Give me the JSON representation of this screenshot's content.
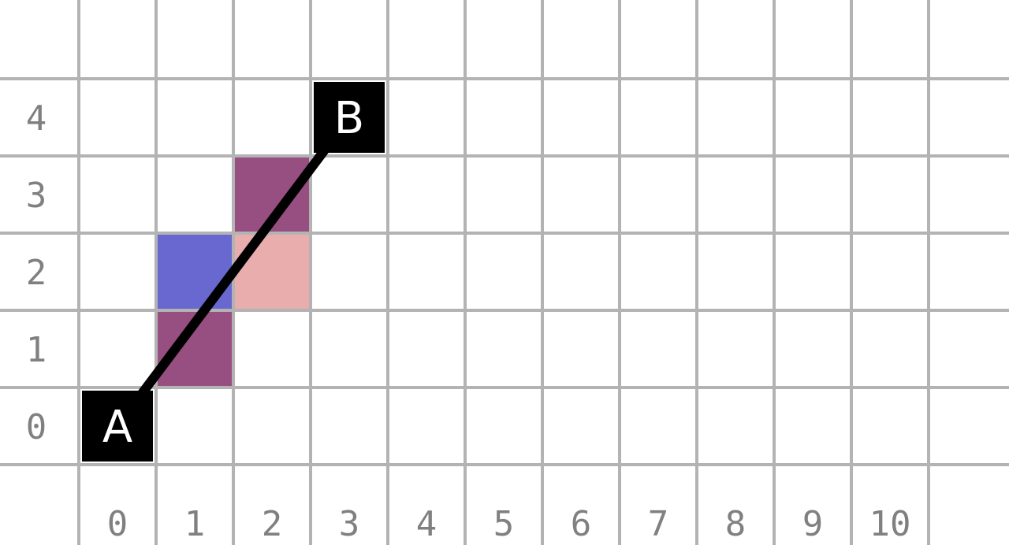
{
  "grid": {
    "x_ticks": [
      "0",
      "1",
      "2",
      "3",
      "4",
      "5",
      "6",
      "7",
      "8",
      "9",
      "10"
    ],
    "y_ticks": [
      "0",
      "1",
      "2",
      "3",
      "4"
    ],
    "line_color": "#b3b3b3"
  },
  "cells": [
    {
      "x": 1,
      "y": 1,
      "color": "#974e80"
    },
    {
      "x": 1,
      "y": 2,
      "color": "#6868d0"
    },
    {
      "x": 2,
      "y": 2,
      "color": "#e9adad"
    },
    {
      "x": 2,
      "y": 3,
      "color": "#974e80"
    }
  ],
  "points": [
    {
      "name": "A",
      "x": 0,
      "y": 0
    },
    {
      "name": "B",
      "x": 3,
      "y": 4
    }
  ],
  "segment": {
    "from": "A",
    "to": "B",
    "color": "#000000"
  }
}
